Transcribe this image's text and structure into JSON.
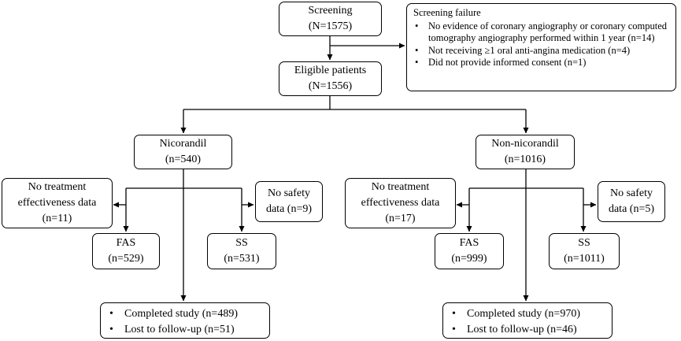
{
  "screening": {
    "label": "Screening",
    "count": "(N=1575)"
  },
  "screening_failure": {
    "title": "Screening failure",
    "reasons": [
      "No evidence of coronary angiography or coronary computed tomography angiography performed within 1 year (n=14)",
      "Not receiving ≥1 oral anti-angina medication (n=4)",
      "Did not provide informed consent (n=1)"
    ]
  },
  "eligible": {
    "label": "Eligible patients",
    "count": "(N=1556)"
  },
  "nicorandil": {
    "group": {
      "label": "Nicorandil",
      "count": "(n=540)"
    },
    "no_effectiveness": {
      "line1": "No treatment",
      "line2": "effectiveness data",
      "line3": "(n=11)"
    },
    "no_safety": {
      "line1": "No safety",
      "line2": "data (n=9)"
    },
    "fas": {
      "label": "FAS",
      "count": "(n=529)"
    },
    "ss": {
      "label": "SS",
      "count": "(n=531)"
    },
    "outcomes": [
      "Completed study (n=489)",
      "Lost to follow-up (n=51)"
    ]
  },
  "non_nicorandil": {
    "group": {
      "label": "Non-nicorandil",
      "count": "(n=1016)"
    },
    "no_effectiveness": {
      "line1": "No treatment",
      "line2": "effectiveness data",
      "line3": "(n=17)"
    },
    "no_safety": {
      "line1": "No safety",
      "line2": "data (n=5)"
    },
    "fas": {
      "label": "FAS",
      "count": "(n=999)"
    },
    "ss": {
      "label": "SS",
      "count": "(n=1011)"
    },
    "outcomes": [
      "Completed study (n=970)",
      "Lost to follow-up (n=46)"
    ]
  }
}
